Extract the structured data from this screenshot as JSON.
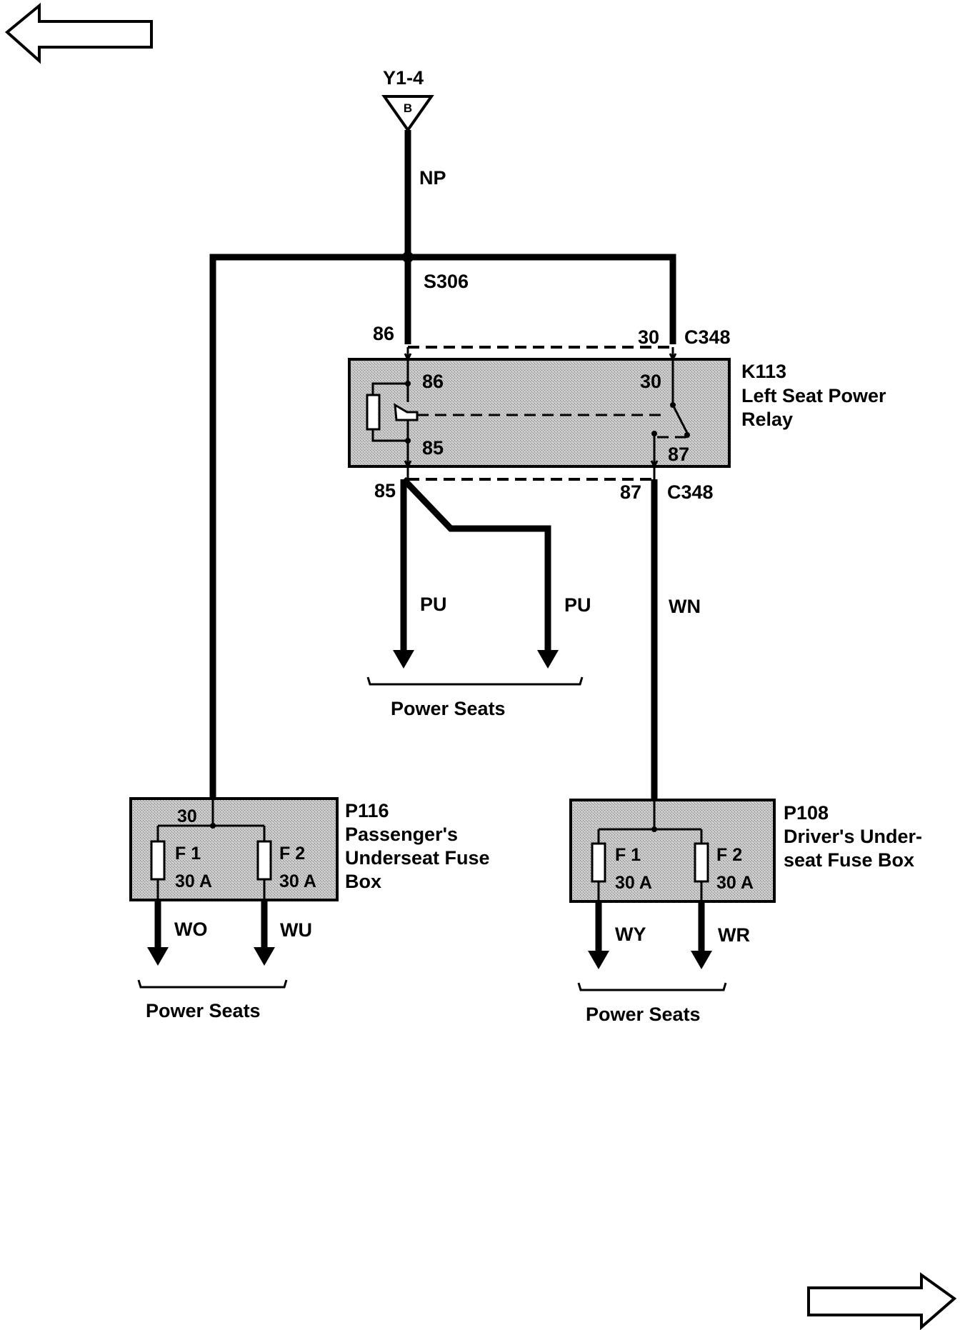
{
  "nav": {
    "back": "left-arrow-icon",
    "forward": "right-arrow-icon"
  },
  "source": {
    "ref": "Y1-4",
    "symbol": "B"
  },
  "wires": {
    "np": "NP",
    "pu1": "PU",
    "pu2": "PU",
    "wn": "WN",
    "wo": "WO",
    "wu": "WU",
    "wy": "WY",
    "wr": "WR"
  },
  "splice": "S306",
  "connector": {
    "top_pin_86": "86",
    "top_pin_30": "30",
    "top_name": "C348",
    "bot_pin_85": "85",
    "bot_pin_87": "87",
    "bot_name": "C348"
  },
  "relay": {
    "id": "K113",
    "name_line1": "Left Seat Power",
    "name_line2": "Relay",
    "pin86": "86",
    "pin30": "30",
    "pin85": "85",
    "pin87": "87"
  },
  "fusebox_passenger": {
    "id": "P116",
    "line1": "Passenger's",
    "line2": "Underseat Fuse",
    "line3": "Box",
    "pin": "30",
    "f1": "F 1",
    "f1_rating": "30 A",
    "f2": "F 2",
    "f2_rating": "30 A"
  },
  "fusebox_driver": {
    "id": "P108",
    "line1": "Driver's Under-",
    "line2": "seat Fuse Box",
    "f1": "F 1",
    "f1_rating": "30 A",
    "f2": "F 2",
    "f2_rating": "30 A"
  },
  "destinations": {
    "center": "Power Seats",
    "left": "Power Seats",
    "right": "Power Seats"
  }
}
